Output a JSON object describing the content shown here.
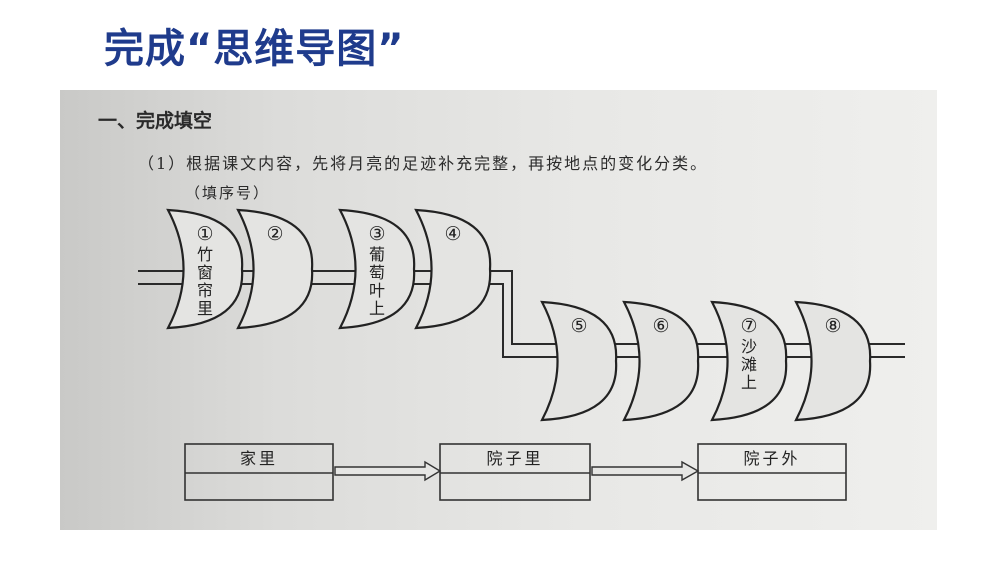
{
  "slide": {
    "title": "完成“思维导图”"
  },
  "worksheet": {
    "section_heading": "一、完成填空",
    "question": "（1）根据课文内容，先将月亮的足迹补充完整，再按地点的变化分类。",
    "hint": "（填序号）",
    "moons": [
      {
        "num": "①",
        "text": [
          "竹",
          "窗",
          "帘",
          "里"
        ]
      },
      {
        "num": "②",
        "text": []
      },
      {
        "num": "③",
        "text": [
          "葡",
          "萄",
          "叶",
          "上"
        ]
      },
      {
        "num": "④",
        "text": []
      },
      {
        "num": "⑤",
        "text": []
      },
      {
        "num": "⑥",
        "text": []
      },
      {
        "num": "⑦",
        "text": [
          "沙",
          "滩",
          "上"
        ]
      },
      {
        "num": "⑧",
        "text": []
      }
    ],
    "boxes": [
      {
        "label": "家里"
      },
      {
        "label": "院子里"
      },
      {
        "label": "院子外"
      }
    ]
  },
  "colors": {
    "title": "#1f3b8c",
    "ink": "#222222"
  }
}
